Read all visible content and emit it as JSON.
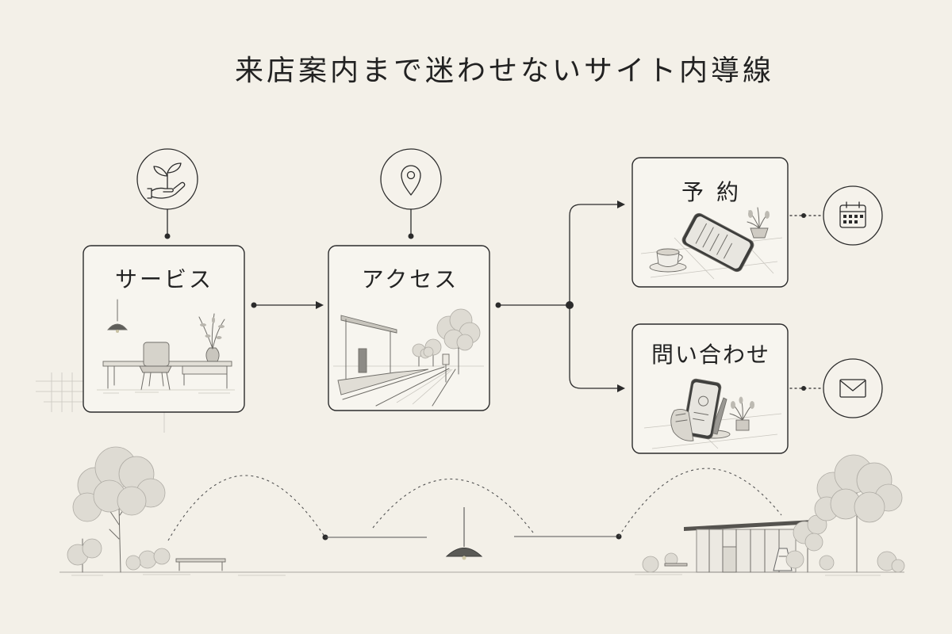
{
  "title": "来店案内まで迷わせないサイト内導線",
  "nodes": [
    {
      "label": "サービス",
      "icon": "plant-in-hand-icon"
    },
    {
      "label": "アクセス",
      "icon": "location-pin-icon"
    },
    {
      "label": "予約",
      "icon": "calendar-icon"
    },
    {
      "label": "問い合わせ",
      "icon": "mail-icon"
    }
  ],
  "edges": [
    [
      0,
      1
    ],
    [
      1,
      2
    ],
    [
      1,
      3
    ]
  ],
  "colors": {
    "background": "#f3f0e8",
    "ink": "#2b2b2b",
    "sketch": "#8c8a85"
  }
}
